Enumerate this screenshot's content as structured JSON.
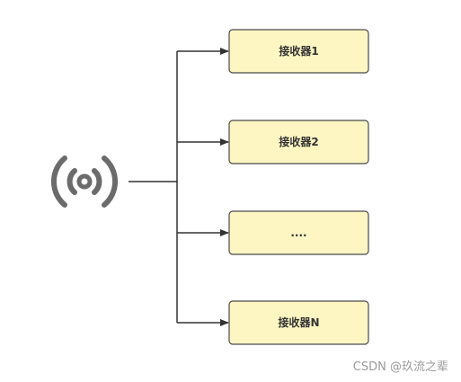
{
  "receivers": [
    {
      "label": "接收器1"
    },
    {
      "label": "接收器2"
    },
    {
      "label": "...."
    },
    {
      "label": "接收器N"
    }
  ],
  "watermark": "CSDN @玖流之辈",
  "colors": {
    "box_fill": "#fdf6c3",
    "box_stroke": "#4a4a4a",
    "line": "#333333",
    "icon": "#6b6b6b"
  },
  "icon": "broadcast-signal-icon"
}
